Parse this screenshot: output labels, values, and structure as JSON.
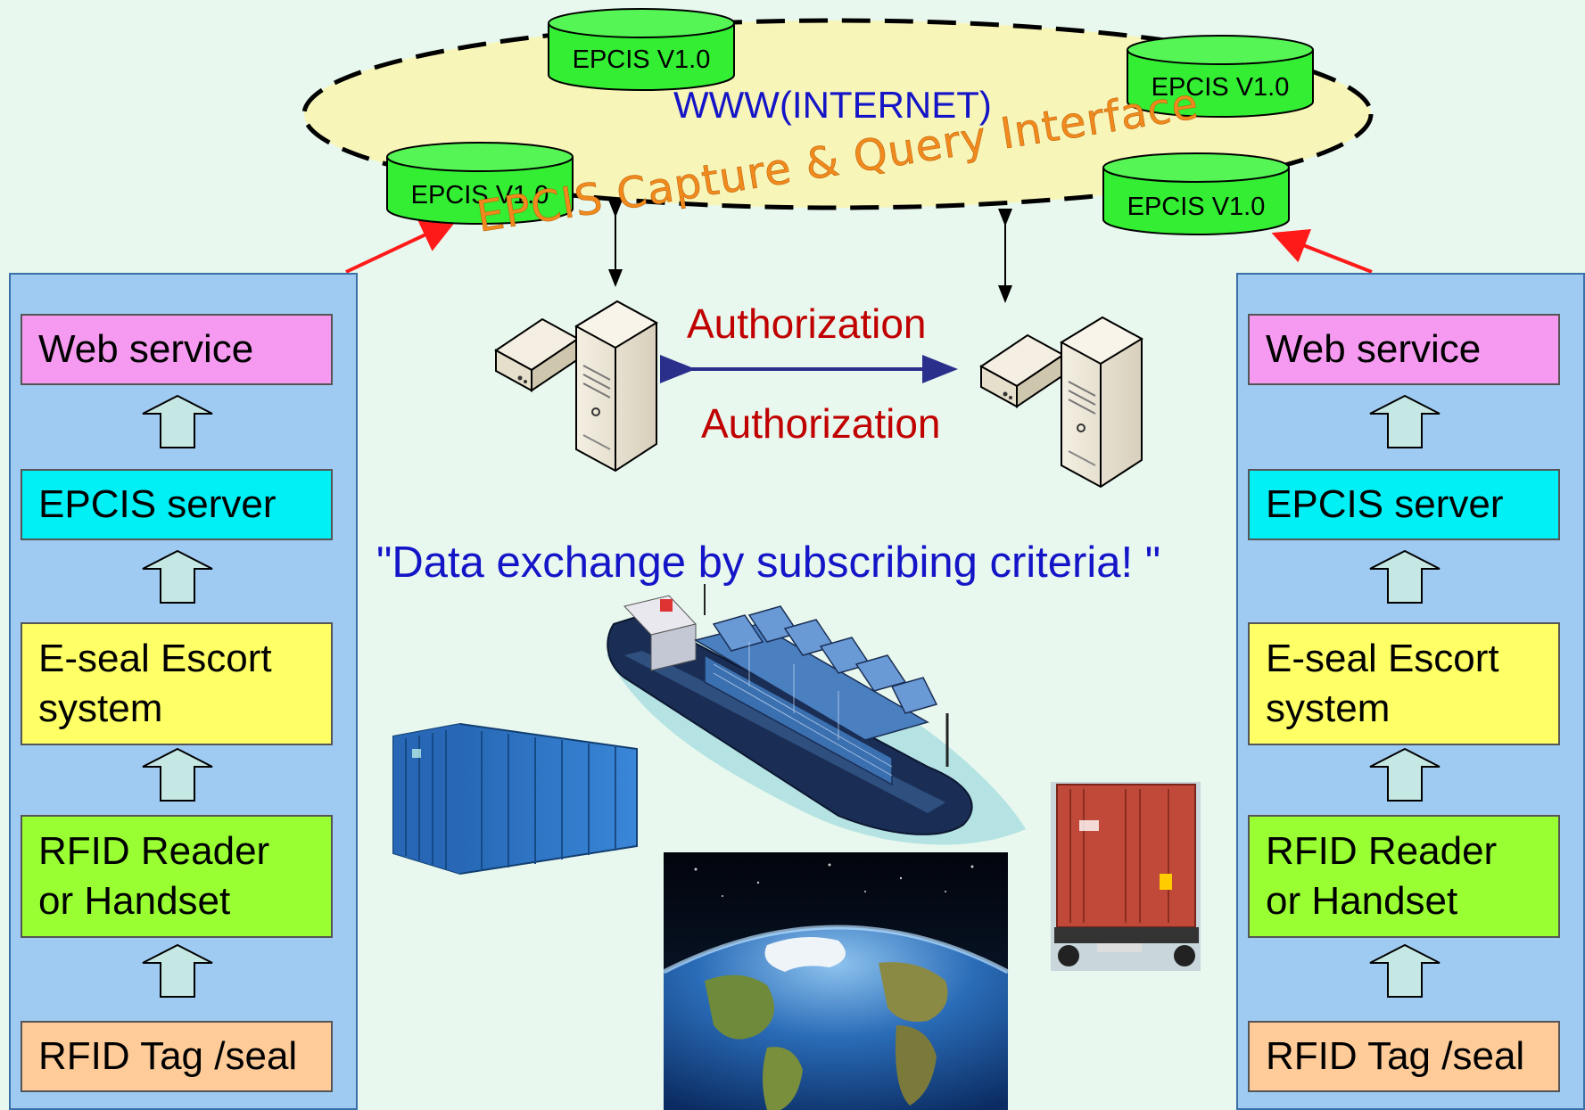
{
  "network": {
    "internet_label": "WWW(INTERNET)",
    "interface_label": "EPCIS Capture & Query Interface",
    "epcis_nodes": [
      "EPCIS V1.0",
      "EPCIS V1.0",
      "EPCIS V1.0",
      "EPCIS V1.0"
    ]
  },
  "authorization": {
    "top_label": "Authorization",
    "bottom_label": "Authorization"
  },
  "tagline": "\"Data exchange by subscribing criteria! \"",
  "left_stack": {
    "web_service": "Web service",
    "epcis_server": "EPCIS server",
    "eseal_line1": "E-seal Escort",
    "eseal_line2": "system",
    "reader_line1": "RFID Reader",
    "reader_line2": "or Handset",
    "tag": "RFID Tag /seal"
  },
  "right_stack": {
    "web_service": "Web service",
    "epcis_server": "EPCIS server",
    "eseal_line1": "E-seal Escort",
    "eseal_line2": "system",
    "reader_line1": "RFID Reader",
    "reader_line2": "or Handset",
    "tag": "RFID Tag /seal"
  },
  "colors": {
    "background": "#e8f8ee",
    "panel": "#9fcbf2",
    "web_service": "#f59af0",
    "epcis_server": "#00f0f5",
    "eseal": "#ffff66",
    "reader": "#99ff33",
    "tag": "#ffcc99",
    "cylinder": "#33ee33",
    "cloud": "#f8f5b8",
    "interface_text": "#f08a1e",
    "auth_text": "#c00000",
    "tagline": "#1515c8"
  },
  "icons": [
    "server-icon",
    "server-icon",
    "container-ship-image",
    "blue-container-image",
    "red-container-truck-image",
    "globe-image"
  ]
}
